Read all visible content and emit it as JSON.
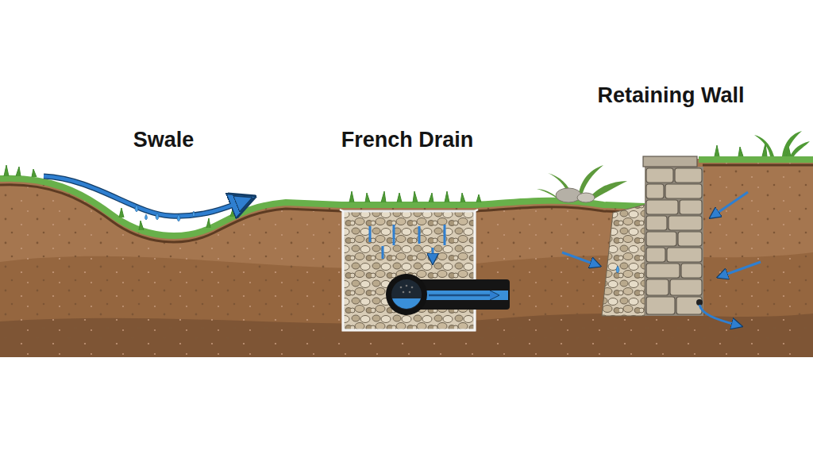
{
  "diagram": {
    "labels": [
      "Swale",
      "French Drain",
      "Retaining Wall"
    ]
  }
}
